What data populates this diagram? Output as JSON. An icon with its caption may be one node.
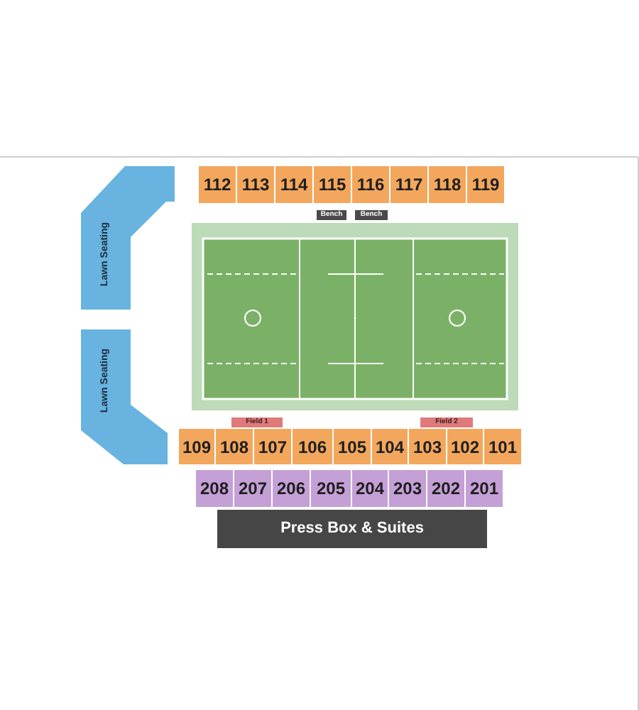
{
  "diagram": {
    "nodes": [
      {
        "text": [
          "Lawn Seating"
        ]
      },
      {
        "text": [
          "112"
        ]
      },
      {
        "text": [
          "113"
        ]
      },
      {
        "text": [
          "114"
        ]
      },
      {
        "text": [
          "115"
        ]
      },
      {
        "text": [
          "116"
        ]
      },
      {
        "text": [
          "117"
        ]
      },
      {
        "text": [
          "118"
        ]
      },
      {
        "text": [
          "119"
        ]
      },
      {
        "text": [
          "Bench"
        ]
      },
      {
        "text": [
          "Bench"
        ]
      },
      {
        "text": [
          "Lawn Seating"
        ]
      },
      {
        "text": [
          "Field 1"
        ]
      },
      {
        "text": [
          "Field 2"
        ]
      },
      {
        "text": [
          "109"
        ]
      },
      {
        "text": [
          "108"
        ]
      },
      {
        "text": [
          "107"
        ]
      },
      {
        "text": [
          "106"
        ]
      },
      {
        "text": [
          "105"
        ]
      },
      {
        "text": [
          "104"
        ]
      },
      {
        "text": [
          "103"
        ]
      },
      {
        "text": [
          "102"
        ]
      },
      {
        "text": [
          "101"
        ]
      },
      {
        "text": [
          "208"
        ]
      },
      {
        "text": [
          "207"
        ]
      },
      {
        "text": [
          "206"
        ]
      },
      {
        "text": [
          "205"
        ]
      },
      {
        "text": [
          "204"
        ]
      },
      {
        "text": [
          "203"
        ]
      },
      {
        "text": [
          "202"
        ]
      },
      {
        "text": [
          "201"
        ]
      },
      {
        "text": [
          "Press Box & Suites"
        ]
      }
    ]
  }
}
